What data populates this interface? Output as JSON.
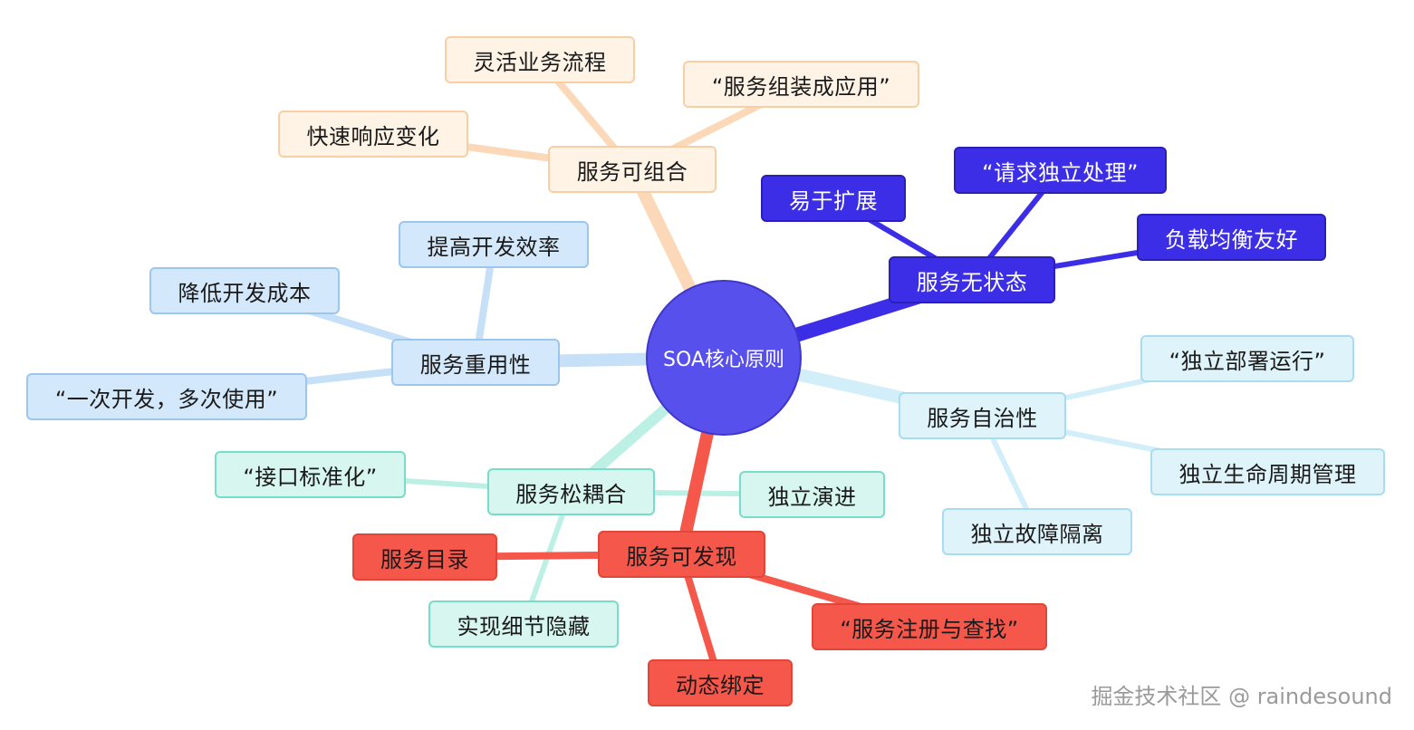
{
  "center": "SOA核心原则",
  "branches": {
    "composable": {
      "label": "服务可组合",
      "color": "#fbd9b8",
      "children": [
        "灵活业务流程",
        "“服务组装成应用”",
        "快速响应变化"
      ]
    },
    "stateless": {
      "label": "服务无状态",
      "color": "#3b2ee6",
      "children": [
        "易于扩展",
        "“请求独立处理”",
        "负载均衡友好"
      ]
    },
    "reusable": {
      "label": "服务重用性",
      "color": "#c6e0f8",
      "children": [
        "提高开发效率",
        "降低开发成本",
        "“一次开发，多次使用”"
      ]
    },
    "autonomous": {
      "label": "服务自治性",
      "color": "#d2eef8",
      "children": [
        "“独立部署运行”",
        "独立生命周期管理",
        "独立故障隔离"
      ]
    },
    "loose_coupling": {
      "label": "服务松耦合",
      "color": "#bdf0e4",
      "children": [
        "“接口标准化”",
        "独立演进",
        "实现细节隐藏"
      ]
    },
    "discoverable": {
      "label": "服务可发现",
      "color": "#f5574a",
      "children": [
        "服务目录",
        "“服务注册与查找”",
        "动态绑定"
      ]
    }
  },
  "watermark": "掘金技术社区 @ raindesound"
}
